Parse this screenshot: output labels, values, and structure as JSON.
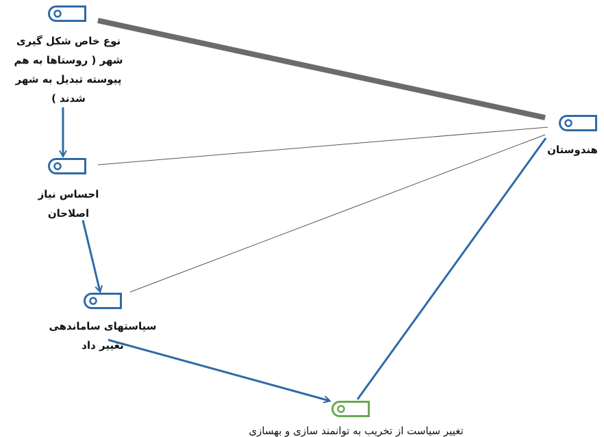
{
  "colors": {
    "node_default": "#2f6aa6",
    "node_highlight": "#6aa84f",
    "edge_thick": "#6b6b6b",
    "edge_thin": "#555555",
    "edge_arrow": "#2f6aa6"
  },
  "nodes": [
    {
      "id": "urban-formation",
      "label": "نوع خاص شکل گیری\nشهر ( روستاها به هم\nپیوسته تبدیل به شهر\nشدند )",
      "color": "default"
    },
    {
      "id": "reform-need",
      "label": "احساس نیاز\nاصلاحان",
      "color": "default"
    },
    {
      "id": "organizing-policies",
      "label": "سیاستهای ساماندهی\nتغییر داد",
      "color": "default"
    },
    {
      "id": "india",
      "label": "هندوستان",
      "color": "default"
    },
    {
      "id": "policy-change",
      "label": "تغییر سیاست از تخریب به توانمند سازی و بهسازی",
      "color": "highlight"
    }
  ],
  "edges": [
    {
      "from": "urban-formation",
      "to": "india",
      "style": "thick",
      "directed": false
    },
    {
      "from": "reform-need",
      "to": "india",
      "style": "thin",
      "directed": false
    },
    {
      "from": "organizing-policies",
      "to": "india",
      "style": "thin",
      "directed": false
    },
    {
      "from": "policy-change",
      "to": "india",
      "style": "line",
      "directed": false
    },
    {
      "from": "urban-formation",
      "to": "reform-need",
      "style": "arrow",
      "directed": true
    },
    {
      "from": "reform-need",
      "to": "organizing-policies",
      "style": "arrow",
      "directed": true
    },
    {
      "from": "organizing-policies",
      "to": "policy-change",
      "style": "arrow",
      "directed": true
    }
  ]
}
